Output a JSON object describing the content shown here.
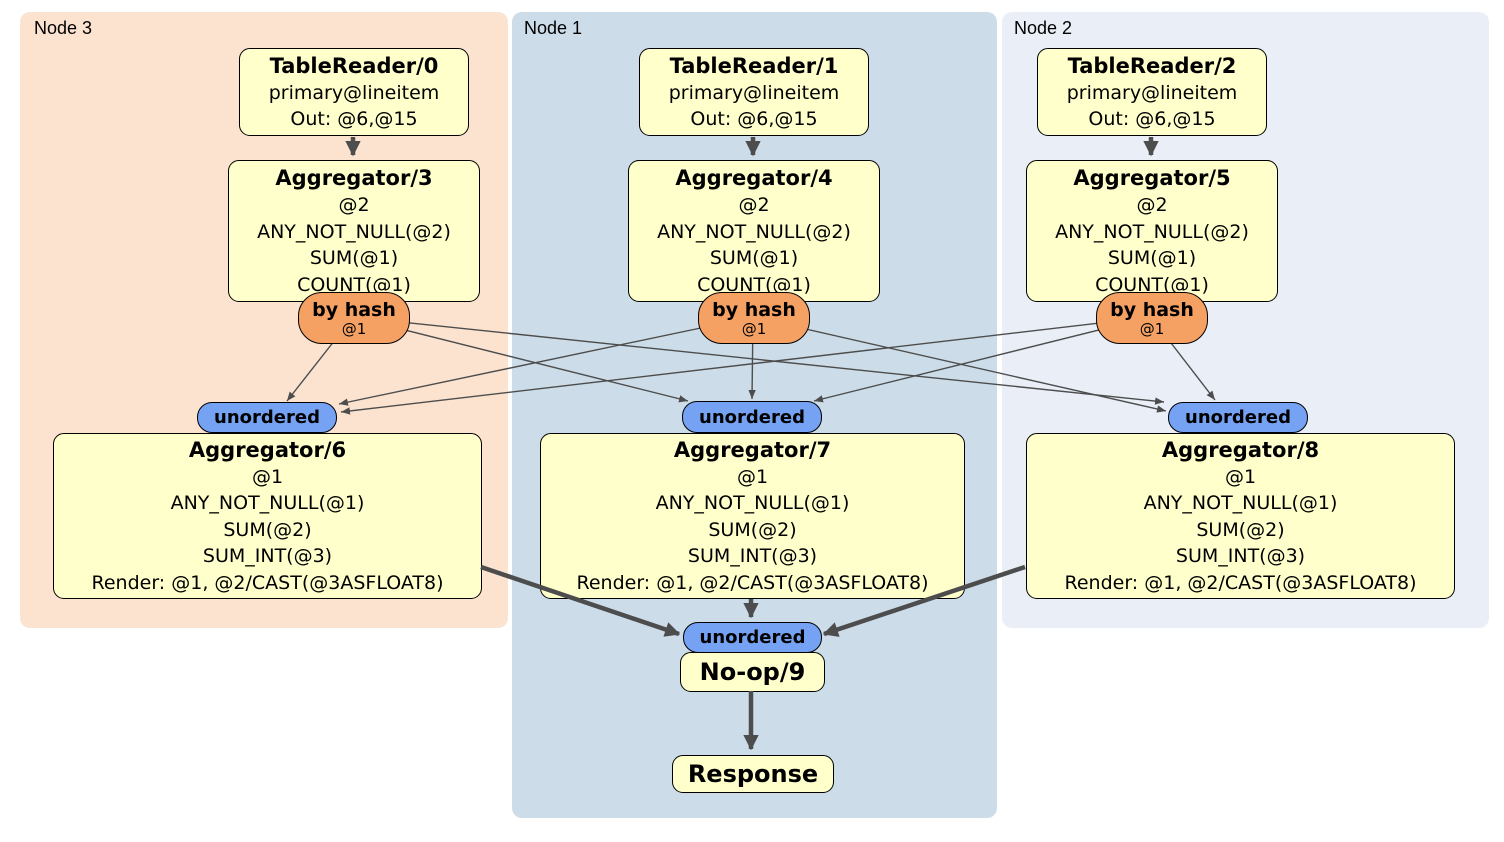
{
  "groups": [
    {
      "label": "Node 3"
    },
    {
      "label": "Node 1"
    },
    {
      "label": "Node 2"
    }
  ],
  "processors": {
    "tr0": {
      "title": "TableReader/0",
      "lines": [
        "primary@lineitem",
        "Out: @6,@15"
      ]
    },
    "tr1": {
      "title": "TableReader/1",
      "lines": [
        "primary@lineitem",
        "Out: @6,@15"
      ]
    },
    "tr2": {
      "title": "TableReader/2",
      "lines": [
        "primary@lineitem",
        "Out: @6,@15"
      ]
    },
    "agg3": {
      "title": "Aggregator/3",
      "lines": [
        "@2",
        "ANY_NOT_NULL(@2)",
        "SUM(@1)",
        "COUNT(@1)"
      ]
    },
    "agg4": {
      "title": "Aggregator/4",
      "lines": [
        "@2",
        "ANY_NOT_NULL(@2)",
        "SUM(@1)",
        "COUNT(@1)"
      ]
    },
    "agg5": {
      "title": "Aggregator/5",
      "lines": [
        "@2",
        "ANY_NOT_NULL(@2)",
        "SUM(@1)",
        "COUNT(@1)"
      ]
    },
    "agg6": {
      "title": "Aggregator/6",
      "lines": [
        "@1",
        "ANY_NOT_NULL(@1)",
        "SUM(@2)",
        "SUM_INT(@3)",
        "Render: @1, @2/CAST(@3ASFLOAT8)"
      ]
    },
    "agg7": {
      "title": "Aggregator/7",
      "lines": [
        "@1",
        "ANY_NOT_NULL(@1)",
        "SUM(@2)",
        "SUM_INT(@3)",
        "Render: @1, @2/CAST(@3ASFLOAT8)"
      ]
    },
    "agg8": {
      "title": "Aggregator/8",
      "lines": [
        "@1",
        "ANY_NOT_NULL(@1)",
        "SUM(@2)",
        "SUM_INT(@3)",
        "Render: @1, @2/CAST(@3ASFLOAT8)"
      ]
    },
    "noop9": {
      "title": "No-op/9"
    },
    "response": {
      "title": "Response"
    }
  },
  "routers": [
    {
      "label": "by hash",
      "detail": "@1"
    },
    {
      "label": "by hash",
      "detail": "@1"
    },
    {
      "label": "by hash",
      "detail": "@1"
    }
  ],
  "syncs": [
    {
      "label": "unordered"
    },
    {
      "label": "unordered"
    },
    {
      "label": "unordered"
    },
    {
      "label": "unordered"
    }
  ],
  "colors": {
    "node3_bg": "#FBE3D0",
    "node1_bg": "#CCDDE9",
    "node2_bg": "#E9EEF7",
    "processor_fill": "#FFFFCC",
    "router_fill": "#F5A164",
    "sync_fill": "#75A2F2",
    "edge": "#4D4D4D"
  }
}
